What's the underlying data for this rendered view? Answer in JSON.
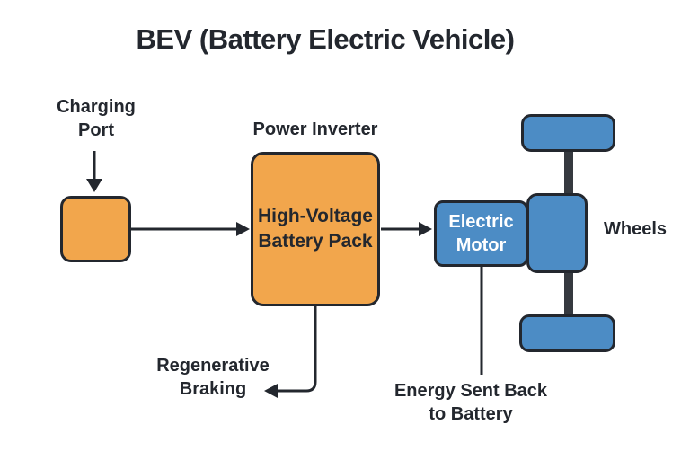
{
  "title": "BEV (Battery Electric Vehicle)",
  "colors": {
    "orange": "#F2A64C",
    "blue": "#4C8CC5",
    "line": "#23272E",
    "axle": "#35393F",
    "text_dark": "#23272E",
    "text_light": "#FFFFFF",
    "background": "#FFFFFF"
  },
  "labels": {
    "charging_port": "Charging\nPort",
    "power_inverter": "Power Inverter",
    "wheels": "Wheels",
    "regenerative_braking": "Regenerative\nBraking",
    "energy_sent_back": "Energy Sent Back\nto Battery"
  },
  "nodes": {
    "battery_pack": {
      "label": "High-Voltage\nBattery Pack"
    },
    "electric_motor": {
      "label": "Electric\nMotor"
    }
  },
  "connections": [
    {
      "from": "charging-port-label",
      "to": "charging-port-box",
      "type": "arrow-down"
    },
    {
      "from": "charging-port-box",
      "to": "battery-pack-box",
      "type": "arrow-right"
    },
    {
      "from": "battery-pack-box",
      "to": "electric-motor-box",
      "type": "arrow-right"
    },
    {
      "from": "battery-pack-box",
      "to": "regenerative-braking-label",
      "type": "arrow-left-elbow"
    },
    {
      "from": "electric-motor-box",
      "to": "energy-sent-back-label",
      "type": "line-down"
    }
  ]
}
